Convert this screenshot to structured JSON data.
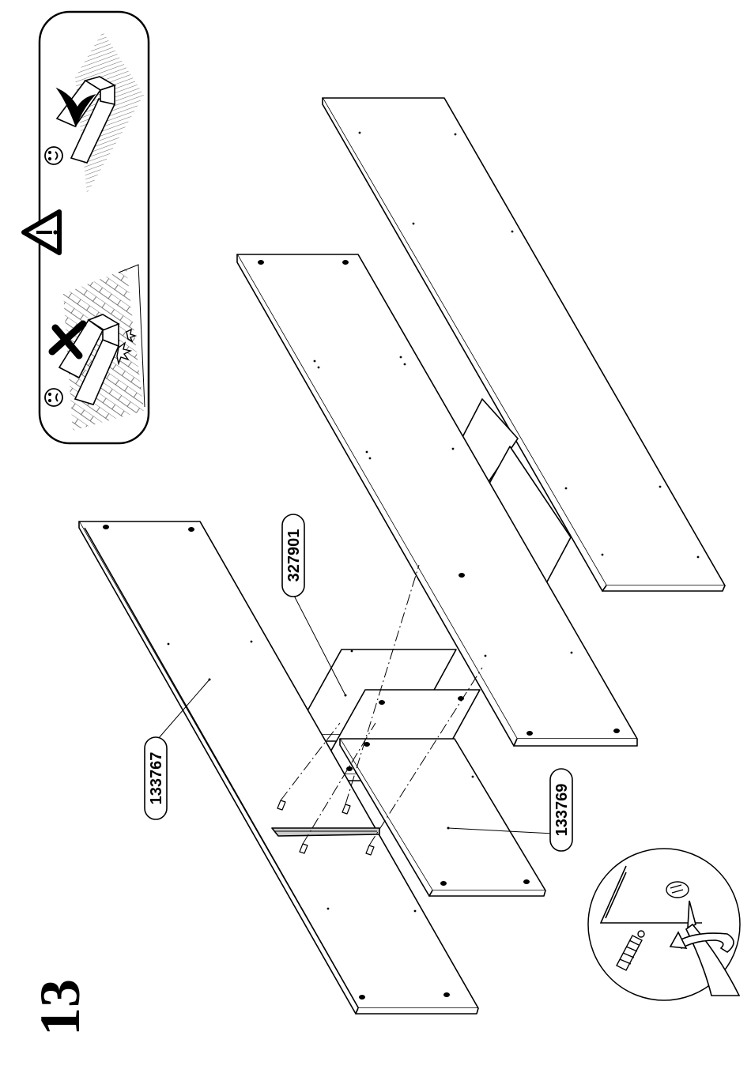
{
  "step": {
    "number": "13"
  },
  "parts": [
    {
      "id": "part-133767",
      "label": "133767"
    },
    {
      "id": "part-327901",
      "label": "327901"
    },
    {
      "id": "part-133769",
      "label": "133769"
    }
  ],
  "warning_panel": {
    "icons": [
      "sad-face-icon",
      "cross-mark-icon",
      "warning-triangle-icon",
      "happy-face-icon",
      "check-mark-icon"
    ]
  },
  "colors": {
    "line": "#000000",
    "background": "#ffffff",
    "hatch": "#444444"
  }
}
